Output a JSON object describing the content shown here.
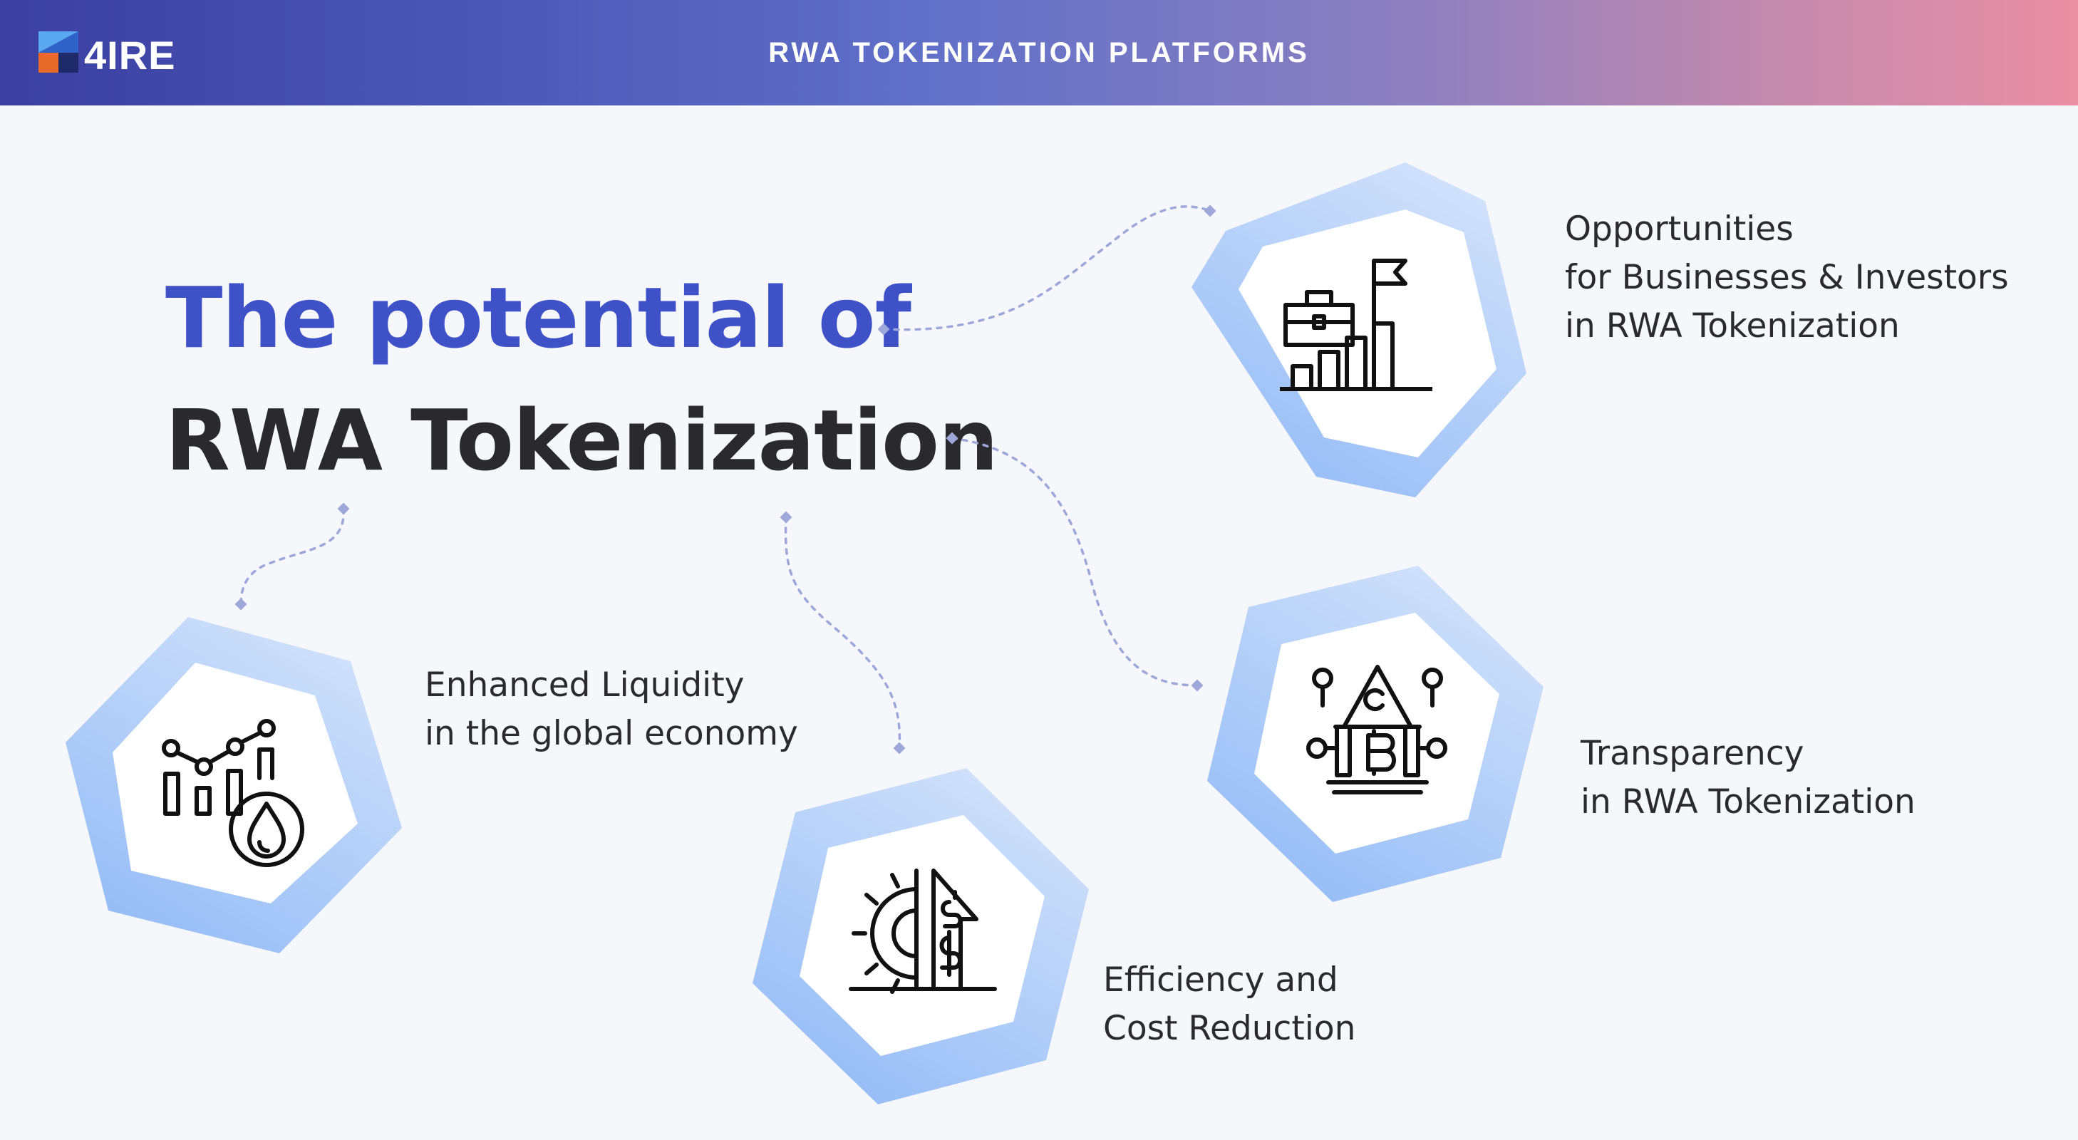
{
  "header": {
    "logo_text": "4IRE",
    "title": "RWA TOKENIZATION PLATFORMS"
  },
  "headline": {
    "line1": "The potential of",
    "line2": "RWA Tokenization"
  },
  "colors": {
    "headline_accent": "#3f51c7",
    "headline_dark": "#2a2a2e",
    "hexagon_light": "#cfe0fb",
    "hexagon_dark": "#96bdf7",
    "connector": "#9ea7d9"
  },
  "benefits": [
    {
      "icon": "chart-briefcase-flag-icon",
      "line1": "Opportunities",
      "line2": "for Businesses & Investors",
      "line3": "in RWA Tokenization"
    },
    {
      "icon": "chart-oil-drop-icon",
      "line1": "Enhanced Liquidity",
      "line2": "in the global economy"
    },
    {
      "icon": "gear-dollar-arrow-icon",
      "line1": "Efficiency and",
      "line2": "Cost Reduction"
    },
    {
      "icon": "crypto-building-icon",
      "line1": "Transparency",
      "line2": "in RWA Tokenization"
    }
  ]
}
